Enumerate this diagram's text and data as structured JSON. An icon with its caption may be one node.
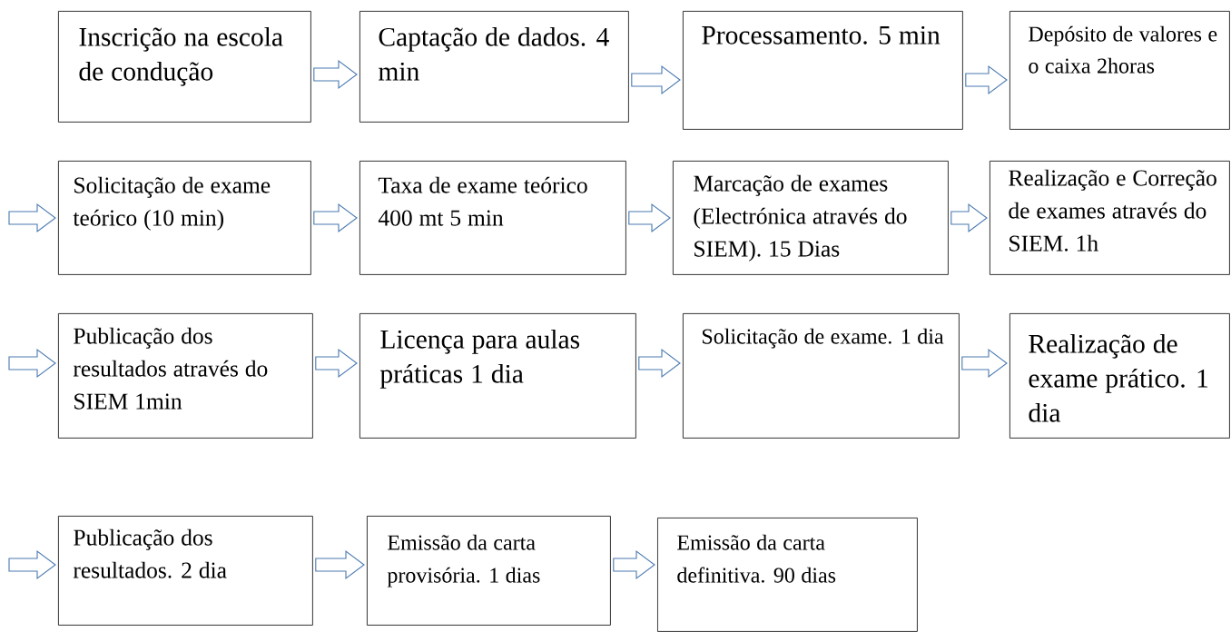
{
  "diagram": {
    "nodes": [
      {
        "text": [
          "Inscrição na escola de condução"
        ]
      },
      {
        "text": [
          "Captação de dados. 4 min"
        ]
      },
      {
        "text": [
          "Processamento. 5 min"
        ]
      },
      {
        "text": [
          "Depósito de valores e o caixa 2horas"
        ]
      },
      {
        "text": [
          "Solicitação de exame teórico (10 min)"
        ]
      },
      {
        "text": [
          "Taxa de exame teórico 400 mt 5 min"
        ]
      },
      {
        "text": [
          "Marcação de exames (Electrónica através do SIEM). 15 Dias"
        ]
      },
      {
        "text": [
          "Realização e Correção de exames através do SIEM. 1h"
        ]
      },
      {
        "text": [
          "Publicação dos resultados através do SIEM 1min"
        ]
      },
      {
        "text": [
          "Licença para aulas práticas 1 dia"
        ]
      },
      {
        "text": [
          "Solicitação de exame. 1 dia"
        ]
      },
      {
        "text": [
          "Realização de exame prático. 1 dia"
        ]
      },
      {
        "text": [
          "Publicação dos resultados. 2 dia"
        ]
      },
      {
        "text": [
          "Emissão da carta provisória. 1 dias"
        ]
      },
      {
        "text": [
          "Emissão da carta definitiva. 90 dias"
        ]
      }
    ],
    "edges": [
      {
        "from": 0,
        "to": 1,
        "arrow": "to"
      },
      {
        "from": 1,
        "to": 2,
        "arrow": "to"
      },
      {
        "from": 2,
        "to": 3,
        "arrow": "to"
      },
      {
        "from": null,
        "to": 4,
        "arrow": "to"
      },
      {
        "from": 4,
        "to": 5,
        "arrow": "to"
      },
      {
        "from": 5,
        "to": 6,
        "arrow": "to"
      },
      {
        "from": 6,
        "to": 7,
        "arrow": "to"
      },
      {
        "from": null,
        "to": 8,
        "arrow": "to"
      },
      {
        "from": 8,
        "to": 9,
        "arrow": "to"
      },
      {
        "from": 9,
        "to": 10,
        "arrow": "to"
      },
      {
        "from": 10,
        "to": 11,
        "arrow": "to"
      },
      {
        "from": null,
        "to": 12,
        "arrow": "to"
      },
      {
        "from": 12,
        "to": 13,
        "arrow": "to"
      },
      {
        "from": 13,
        "to": 14,
        "arrow": "to"
      }
    ]
  }
}
